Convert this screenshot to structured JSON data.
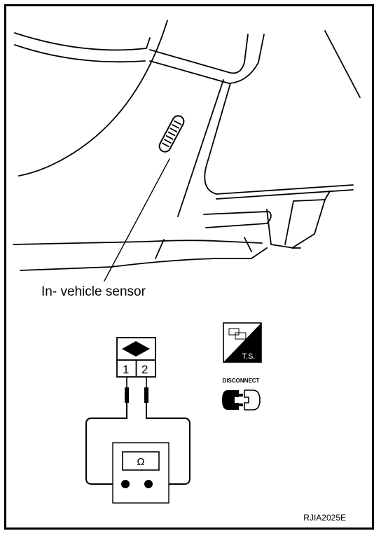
{
  "figure": {
    "callout_label": "In- vehicle sensor",
    "figure_code": "RJIA2025E"
  },
  "connector": {
    "pins": [
      "1",
      "2"
    ]
  },
  "meter": {
    "symbol": "Ω"
  },
  "icons": {
    "ts_label": "T.S.",
    "disconnect_label": "DISCONNECT",
    "ts_icon": "technical-service-icon",
    "disconnect_icon": "disconnect-connector-icon"
  }
}
